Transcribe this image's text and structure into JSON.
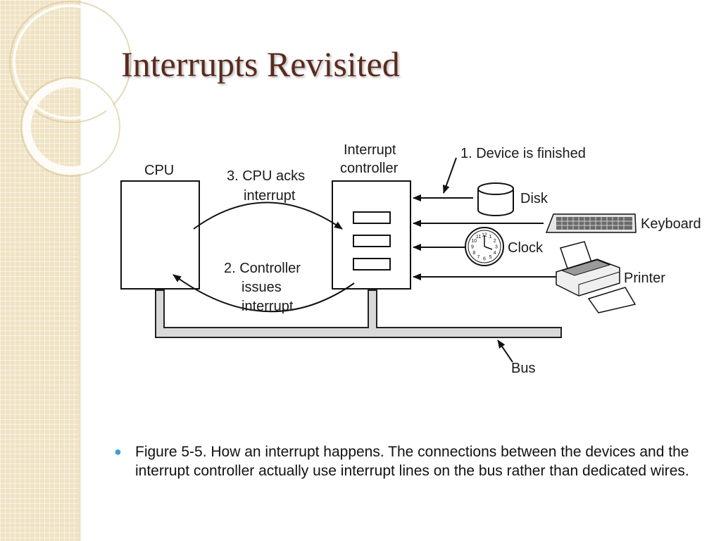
{
  "slide": {
    "title": "Interrupts Revisited",
    "bullet": "Figure 5-5. How an interrupt happens. The connections between the devices and the interrupt controller actually use interrupt lines on the bus rather than dedicated wires."
  },
  "diagram": {
    "cpu_label": "CPU",
    "controller_label_line1": "Interrupt",
    "controller_label_line2": "controller",
    "step1": "1. Device is finished",
    "step2_line1": "2. Controller",
    "step2_line2": "issues",
    "step2_line3": "interrupt",
    "step3_line1": "3. CPU acks",
    "step3_line2": "interrupt",
    "devices": {
      "disk": "Disk",
      "keyboard": "Keyboard",
      "clock": "Clock",
      "printer": "Printer"
    },
    "bus_label": "Bus",
    "clock_face": [
      "12",
      "1",
      "2",
      "3",
      "4",
      "5",
      "6",
      "7",
      "8",
      "9",
      "10",
      "11"
    ]
  },
  "colors": {
    "title": "#5a2a1f",
    "bullet": "#3aa3c9",
    "side_band": "#efe3c4",
    "bus_fill": "#d9d9d9"
  }
}
